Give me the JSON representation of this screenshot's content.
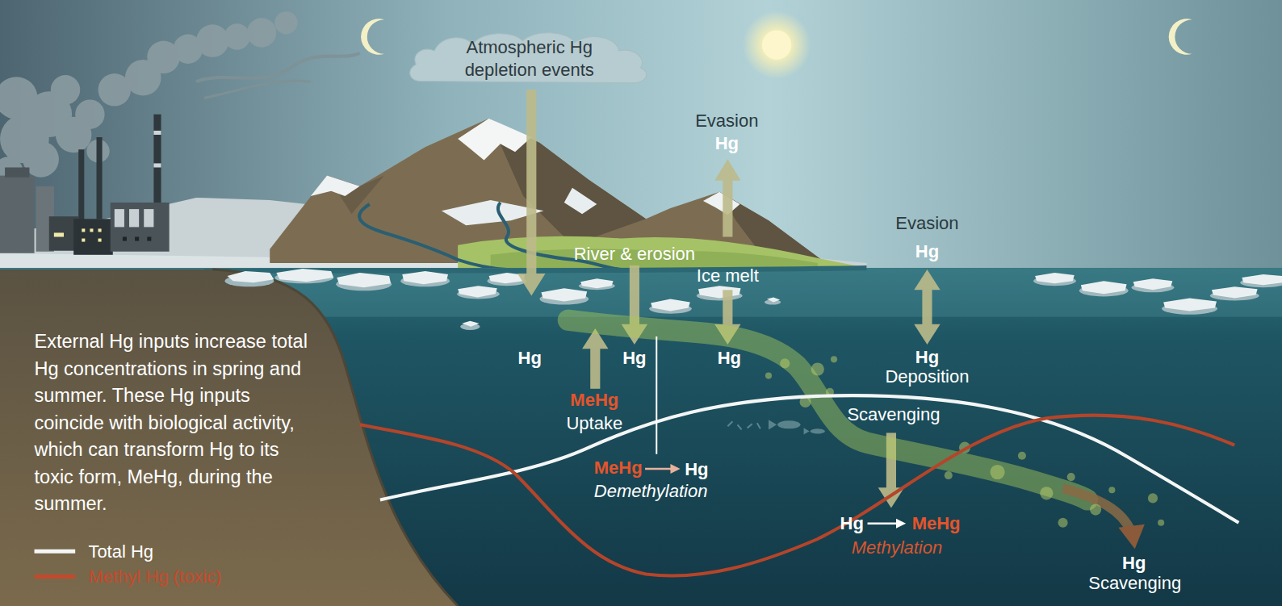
{
  "diagram": {
    "nodes": [
      {
        "text": [
          "Atmospheric Hg depletion events"
        ]
      }
    ],
    "labels": [
      "Evasion",
      "Hg",
      "Evasion",
      "Hg",
      "River & erosion",
      "Ice melt",
      "Hg",
      "Hg",
      "Hg",
      "Hg",
      "Deposition",
      "MeHg",
      "Uptake",
      "Scavenging",
      "MeHg",
      "Hg",
      "Demethylation",
      "Hg",
      "MeHg",
      "Methylation",
      "Hg",
      "Scavenging",
      "External Hg inputs increase total Hg concentrations in spring and summer. These Hg inputs coincide with biological activity, which can transform Hg to its toxic form, MeHg, during the summer."
    ],
    "legend": [
      {
        "text": "Total Hg"
      },
      {
        "text": "Methyl Hg (toxic)"
      }
    ]
  }
}
